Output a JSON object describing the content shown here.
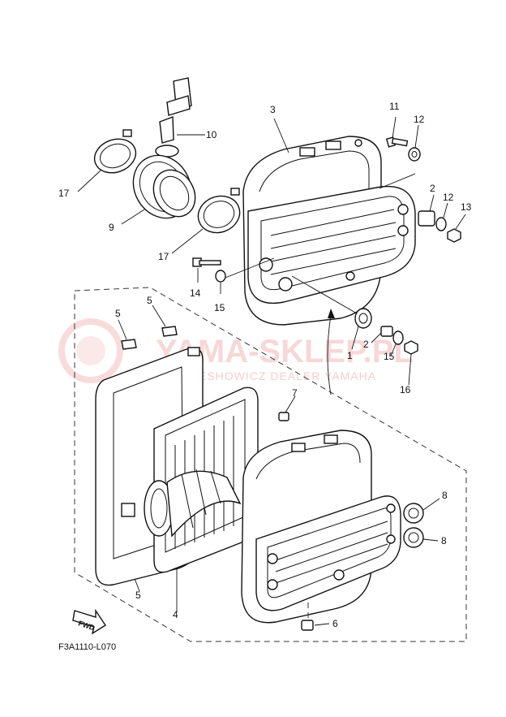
{
  "watermark": {
    "brand": "YAMA-SKLEP.PL",
    "subtitle": "ESHOWICZ DEALER YAMAHA"
  },
  "callouts": [
    {
      "id": "c1",
      "text": "1"
    },
    {
      "id": "c2a",
      "text": "2"
    },
    {
      "id": "c2b",
      "text": "2"
    },
    {
      "id": "c3",
      "text": "3"
    },
    {
      "id": "c4",
      "text": "4"
    },
    {
      "id": "c5a",
      "text": "5"
    },
    {
      "id": "c5b",
      "text": "5"
    },
    {
      "id": "c5c",
      "text": "5"
    },
    {
      "id": "c6",
      "text": "6"
    },
    {
      "id": "c7",
      "text": "7"
    },
    {
      "id": "c8a",
      "text": "8"
    },
    {
      "id": "c8b",
      "text": "8"
    },
    {
      "id": "c9",
      "text": "9"
    },
    {
      "id": "c10",
      "text": "10"
    },
    {
      "id": "c11",
      "text": "11"
    },
    {
      "id": "c12a",
      "text": "12"
    },
    {
      "id": "c12b",
      "text": "12"
    },
    {
      "id": "c13",
      "text": "13"
    },
    {
      "id": "c14",
      "text": "14"
    },
    {
      "id": "c15a",
      "text": "15"
    },
    {
      "id": "c15b",
      "text": "15"
    },
    {
      "id": "c16",
      "text": "16"
    },
    {
      "id": "c17a",
      "text": "17"
    },
    {
      "id": "c17b",
      "text": "17"
    }
  ],
  "fwd_label": "FWD",
  "figure_ref": "F3A1110-L070"
}
